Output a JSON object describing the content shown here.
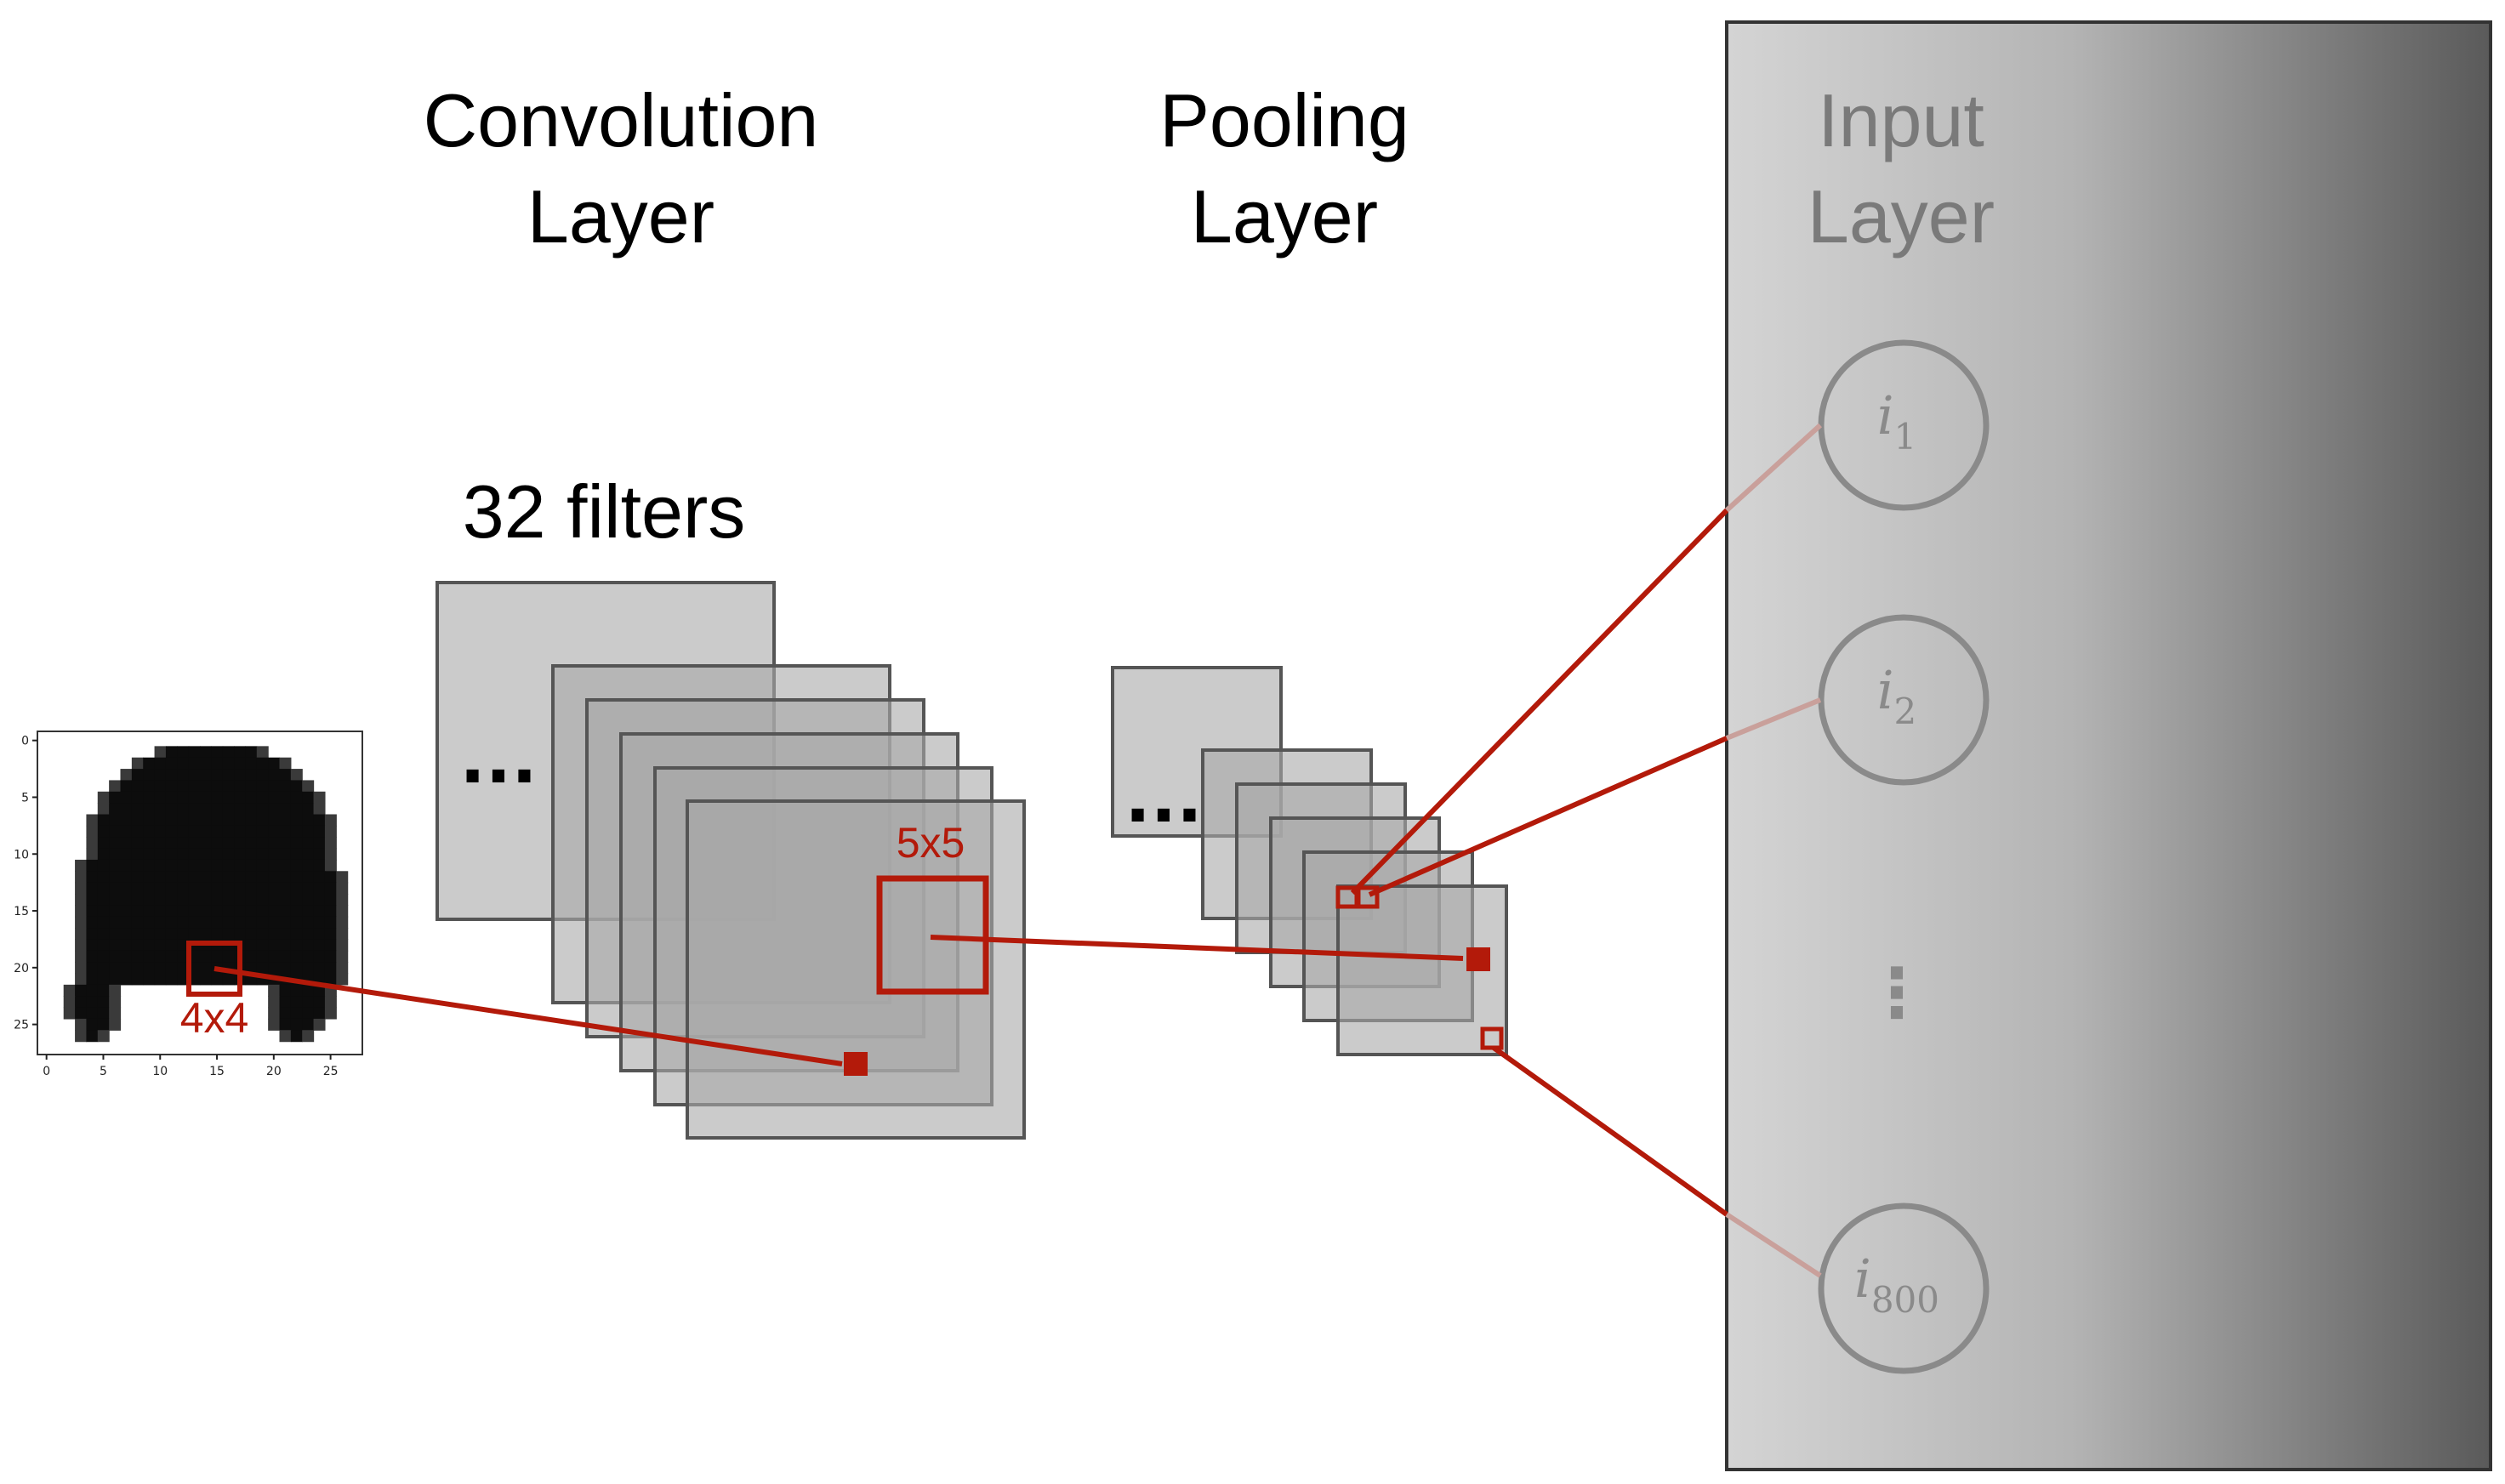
{
  "titles": {
    "convolution": [
      "Convolution",
      "Layer"
    ],
    "pooling": [
      "Pooling",
      "Layer"
    ],
    "input": [
      "Input",
      "Layer"
    ]
  },
  "filters_label": "32 filters",
  "kernel_labels": {
    "input_window": "4x4",
    "conv_window": "5x5"
  },
  "ellipsis": "...",
  "vertical_ellipsis": "⋮",
  "image_ticks": {
    "x": [
      "0",
      "5",
      "10",
      "15",
      "20",
      "25"
    ],
    "y": [
      "0",
      "5",
      "10",
      "15",
      "20",
      "25"
    ]
  },
  "neurons": [
    {
      "symbol": "i",
      "subscript": "1"
    },
    {
      "symbol": "i",
      "subscript": "2"
    },
    {
      "symbol": "i",
      "subscript": "800"
    }
  ],
  "colors": {
    "accent_red": "#b31a0a",
    "feature_map_fill": "#a8a8a8",
    "feature_map_stroke": "#555555",
    "neuron_stroke": "#8a8a8a",
    "panel_gradient_start": "#d4d4d4",
    "panel_gradient_end": "#5a5a5a"
  }
}
